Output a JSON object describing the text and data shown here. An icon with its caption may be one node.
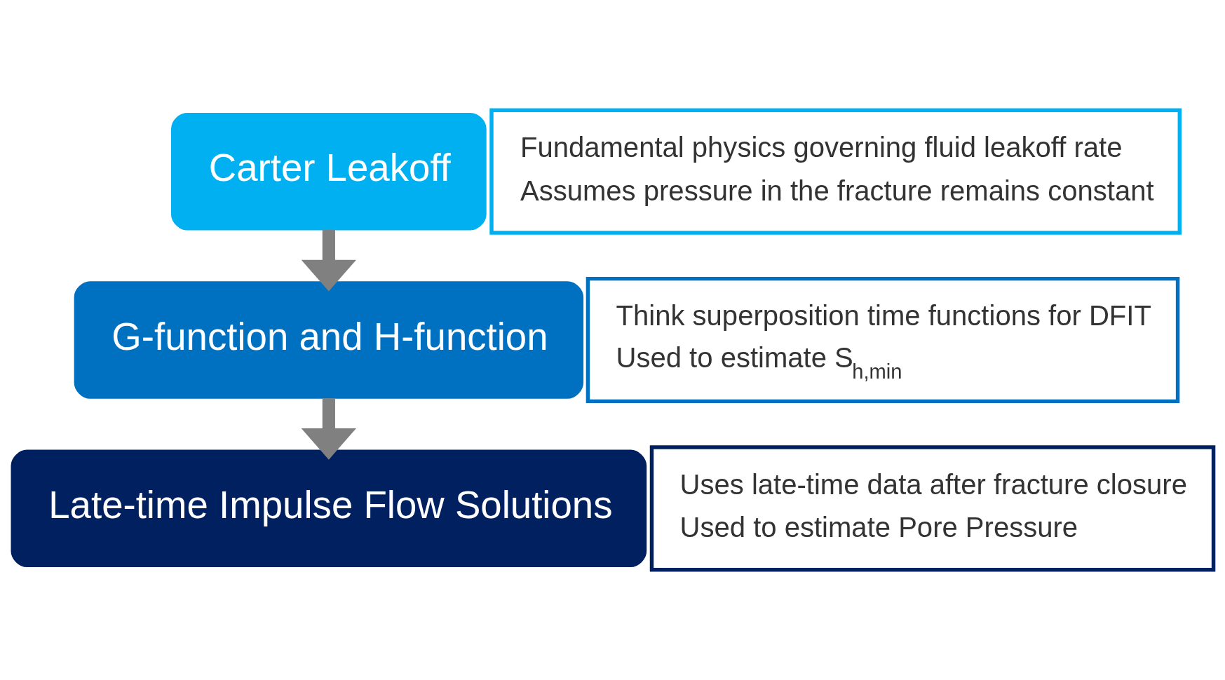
{
  "diagram": {
    "nodes": [
      {
        "text": [
          "Carter Leakoff"
        ]
      },
      {
        "text": [
          "Fundamental physics governing fluid leakoff rate",
          "Assumes pressure in the fracture remains constant"
        ]
      },
      {
        "text": [
          "G-function and H-function"
        ]
      },
      {
        "text": [
          "Think superposition time functions for DFIT",
          "Used to estimate S$_{h,min}$"
        ]
      },
      {
        "text": [
          "Late-time Impulse Flow Solutions"
        ]
      },
      {
        "text": [
          "Uses late-time data after fracture closure",
          "Used to estimate Pore Pressure"
        ]
      }
    ],
    "edges": [
      {
        "from": 0,
        "to": 2,
        "arrow": "to"
      },
      {
        "from": 2,
        "to": 4,
        "arrow": "to"
      }
    ]
  }
}
